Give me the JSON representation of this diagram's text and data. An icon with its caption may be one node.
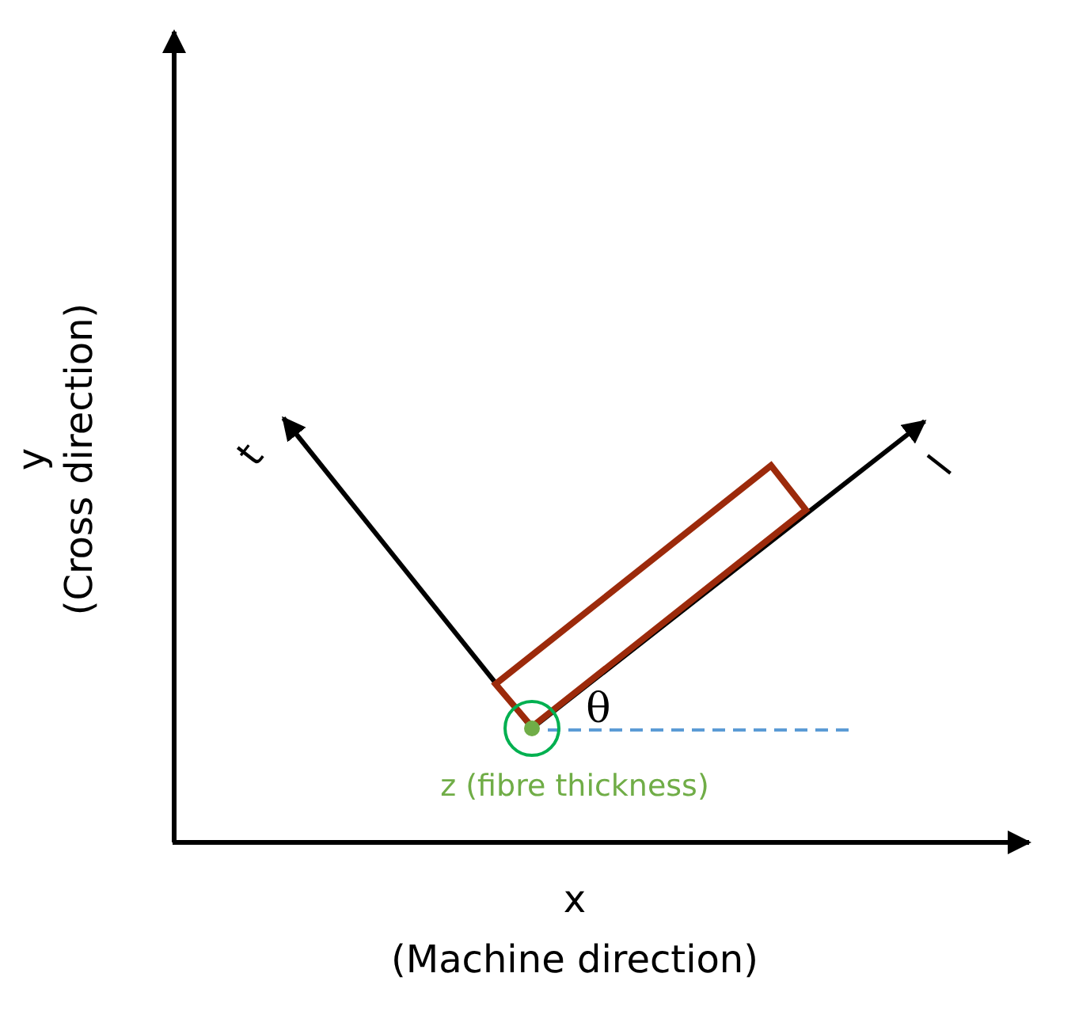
{
  "diagram": {
    "labels": [
      "y",
      "(Cross direction)",
      "t",
      "l",
      "θ",
      "z (fibre thickness)",
      "x",
      "(Machine direction)"
    ]
  }
}
